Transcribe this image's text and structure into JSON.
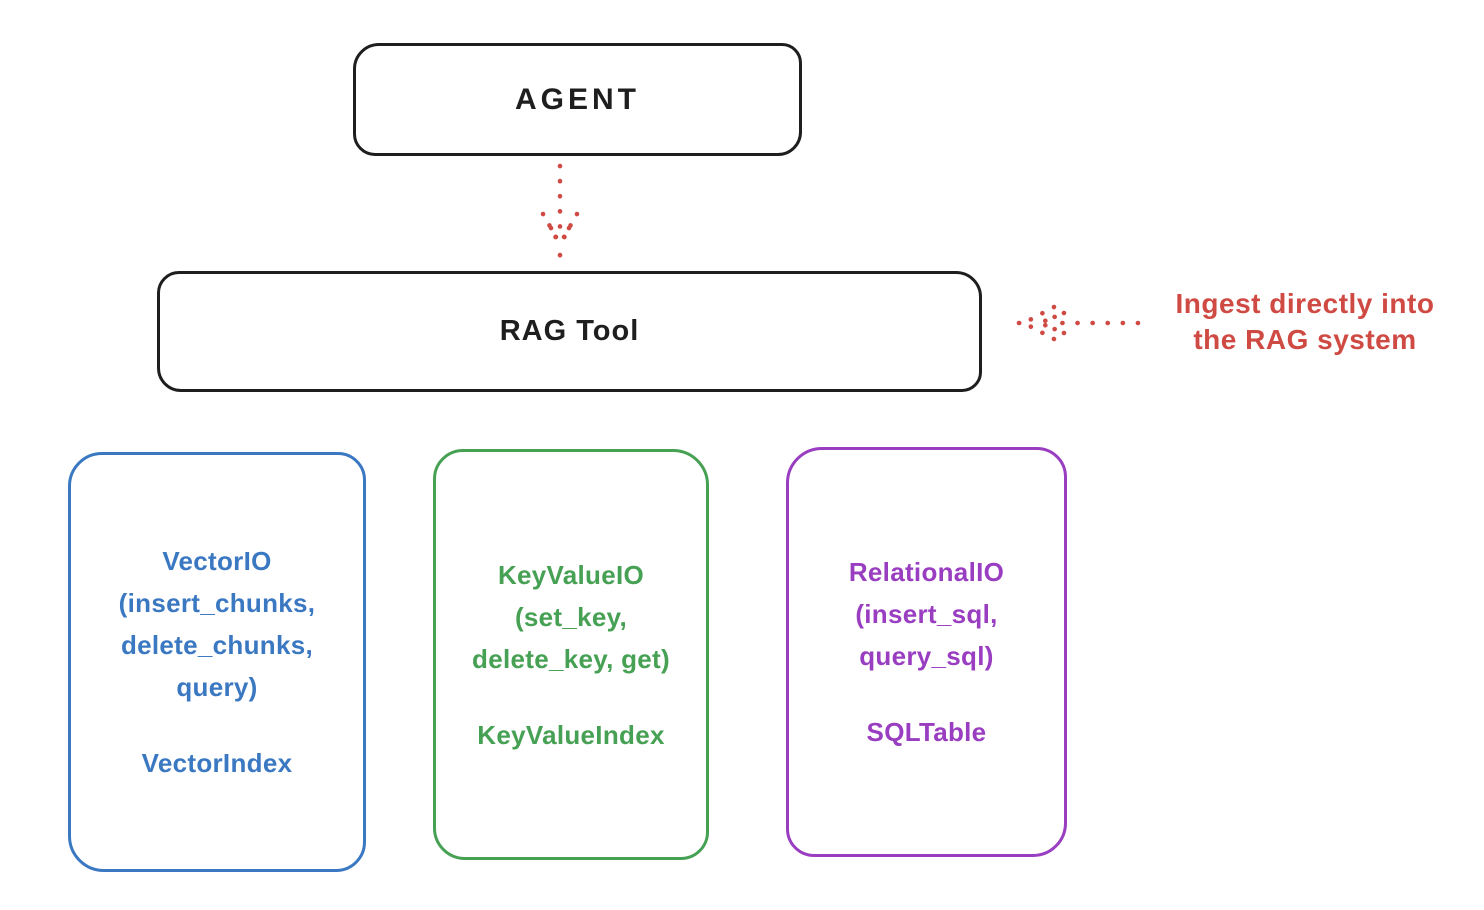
{
  "nodes": {
    "agent": {
      "label": "AGENT"
    },
    "rag_tool": {
      "label": "RAG Tool"
    }
  },
  "annotation": {
    "line1": "Ingest directly into",
    "line2": "the RAG system"
  },
  "io_boxes": [
    {
      "id": "vector",
      "color": "#3b78c2",
      "lines": [
        "VectorIO",
        "(insert_chunks,",
        "delete_chunks,",
        "query)"
      ],
      "index_label": "VectorIndex"
    },
    {
      "id": "keyvalue",
      "color": "#47a154",
      "lines": [
        "KeyValueIO",
        "(set_key,",
        "delete_key, get)"
      ],
      "index_label": "KeyValueIndex"
    },
    {
      "id": "relational",
      "color": "#993dc1",
      "lines": [
        "RelationalIO",
        "(insert_sql,",
        "query_sql)"
      ],
      "index_label": "SQLTable"
    }
  ],
  "icons": {
    "agent_to_rag_arrow": "dotted-down-arrow",
    "ingest_arrow": "dotted-left-arrow"
  },
  "colors": {
    "stroke": "#1e1e1e",
    "red": "#d04a44",
    "blue": "#3b78c2",
    "green": "#47a154",
    "purple": "#993dc1",
    "background": "#ffffff"
  }
}
